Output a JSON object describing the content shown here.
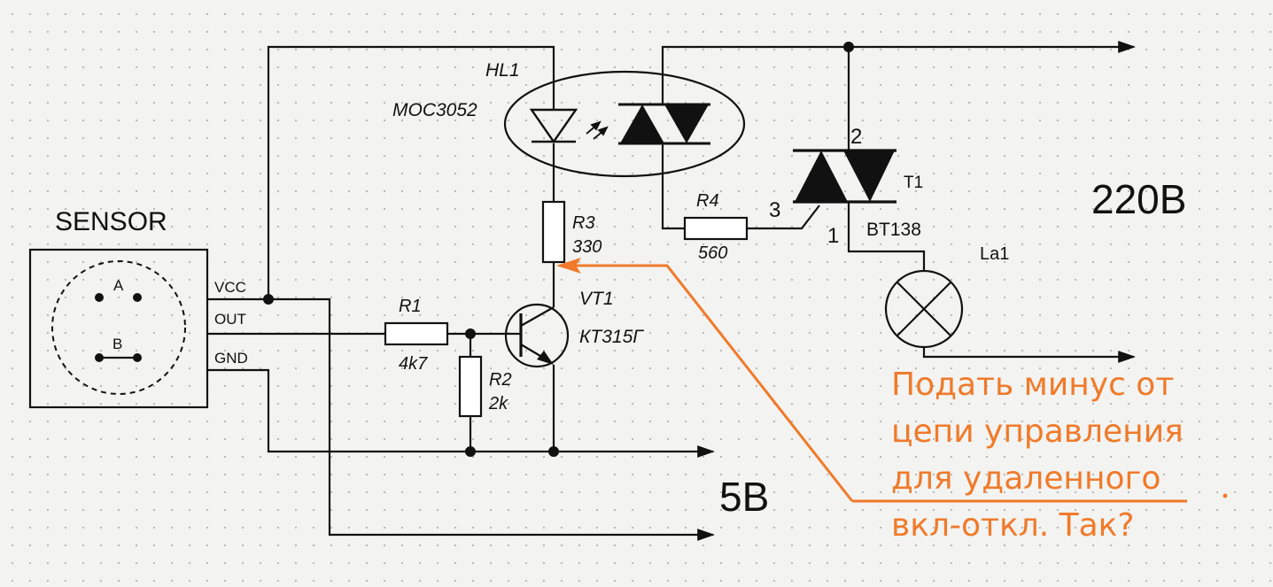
{
  "sensor": {
    "title": "SENSOR",
    "pins": [
      "VCC",
      "OUT",
      "GND"
    ],
    "contact_a": "A",
    "contact_b": "B"
  },
  "components": {
    "hl1": {
      "ref": "HL1",
      "part": "MOC3052"
    },
    "r1": {
      "ref": "R1",
      "value": "4k7"
    },
    "r2": {
      "ref": "R2",
      "value": "2k"
    },
    "r3": {
      "ref": "R3",
      "value": "330"
    },
    "r4": {
      "ref": "R4",
      "value": "560"
    },
    "vt1": {
      "ref": "VT1",
      "part": "КТ315Г"
    },
    "t1": {
      "ref": "T1",
      "part": "BT138",
      "pin1": "1",
      "pin2": "2",
      "pin3": "3"
    },
    "la1": {
      "ref": "La1"
    }
  },
  "rails": {
    "mains": "220В",
    "low_voltage": "5В"
  },
  "annotation": {
    "lines": [
      "Подать минус от",
      "цепи управления",
      "для удаленного",
      "вкл-откл. Так?"
    ],
    "color": "#f07a2a"
  }
}
